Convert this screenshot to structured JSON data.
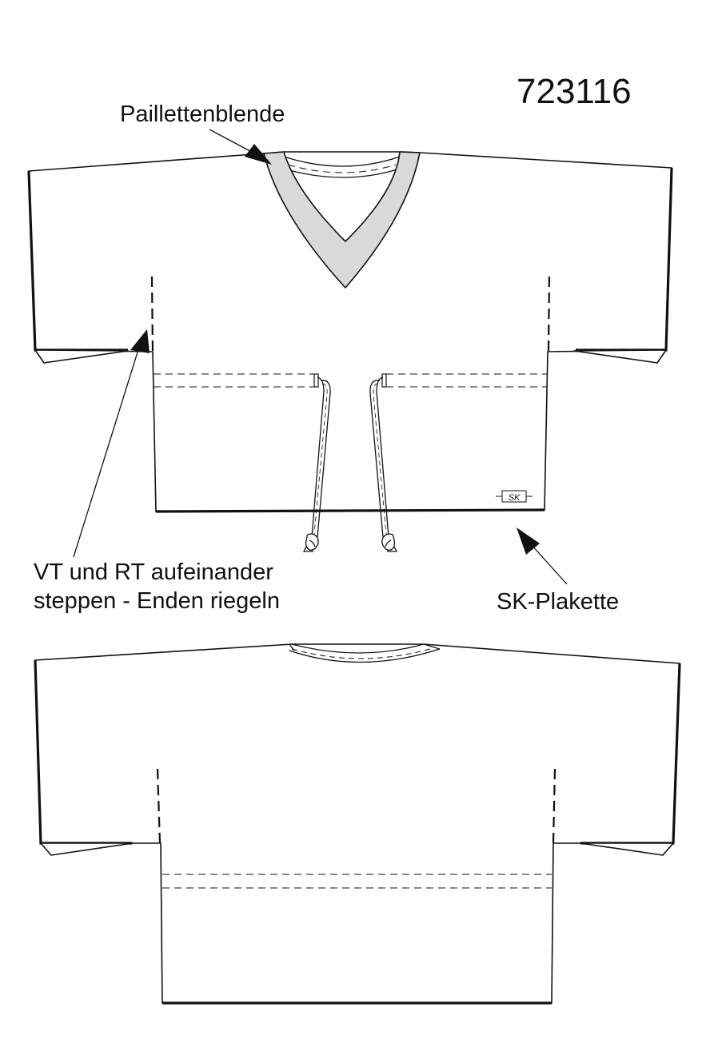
{
  "model_number": "723116",
  "labels": {
    "paillettenblende": "Paillettenblende",
    "stitch_line1": "VT und RT aufeinander",
    "stitch_line2": "steppen - Enden riegeln",
    "sk_plakette": "SK-Plakette"
  },
  "plaque_text": "SK",
  "colors": {
    "line": "#111111",
    "neck_band_fill": "#d9d9d9",
    "background": "#ffffff"
  }
}
